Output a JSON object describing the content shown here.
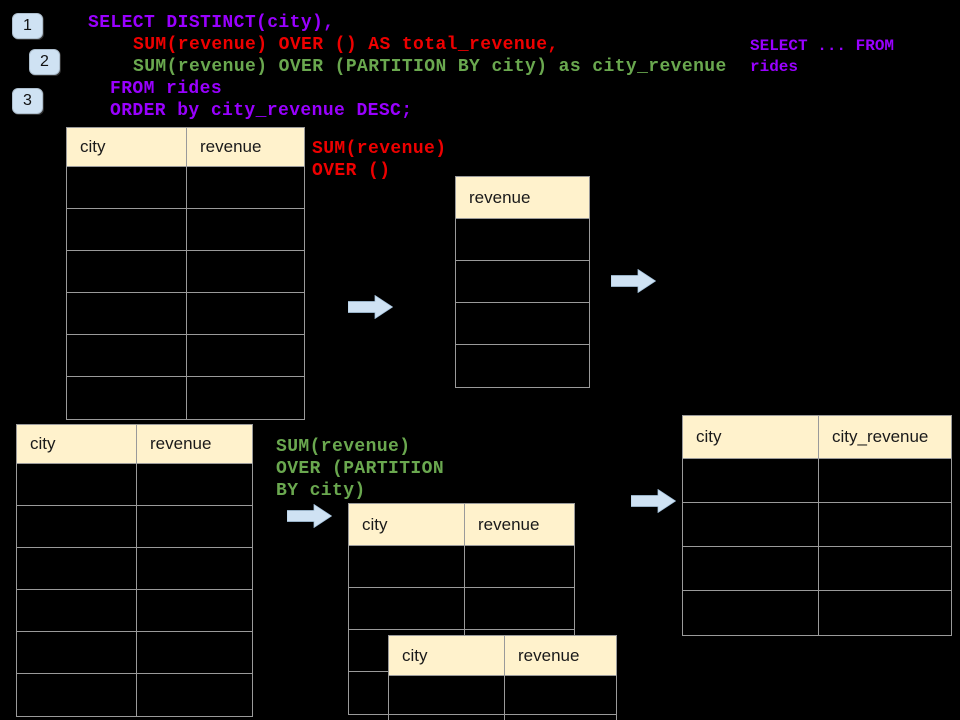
{
  "colors": {
    "page_bg": "#000000",
    "purple": "#9900ff",
    "red": "#ee0000",
    "green": "#6aa84f",
    "table_header_bg": "#fff2cc",
    "table_border": "#9a9a9a",
    "arrow_fill": "#cfe2f3",
    "badge_bg": "#cfe2f3"
  },
  "badges": [
    "1",
    "2",
    "3"
  ],
  "code": {
    "lines": [
      "SELECT DISTINCT(city),",
      "SUM(revenue) OVER () AS total_revenue,",
      "SUM(revenue) OVER (PARTITION BY city) as city_revenue",
      "FROM rides",
      "ORDER by city_revenue DESC;"
    ]
  },
  "side_note": {
    "lines": [
      "SELECT ... FROM",
      "rides"
    ]
  },
  "annotations": {
    "total_revenue": {
      "lines": [
        "SUM(revenue)",
        "OVER ()"
      ]
    },
    "partition": {
      "lines": [
        "SUM(revenue)",
        "OVER (PARTITION",
        "BY city)"
      ]
    }
  },
  "tables": {
    "source_top": {
      "headers": [
        "city",
        "revenue"
      ],
      "body_rows": 6
    },
    "total_result": {
      "headers": [
        "revenue"
      ],
      "body_rows": 4
    },
    "source_bottom": {
      "headers": [
        "city",
        "revenue"
      ],
      "body_rows": 6
    },
    "partition_mid": {
      "headers": [
        "city",
        "revenue"
      ],
      "body_rows": 4
    },
    "partition_overlay": {
      "headers": [
        "city",
        "revenue"
      ],
      "body_rows": 2
    },
    "result_right": {
      "headers": [
        "city",
        "city_revenue"
      ],
      "body_rows": 4
    }
  }
}
